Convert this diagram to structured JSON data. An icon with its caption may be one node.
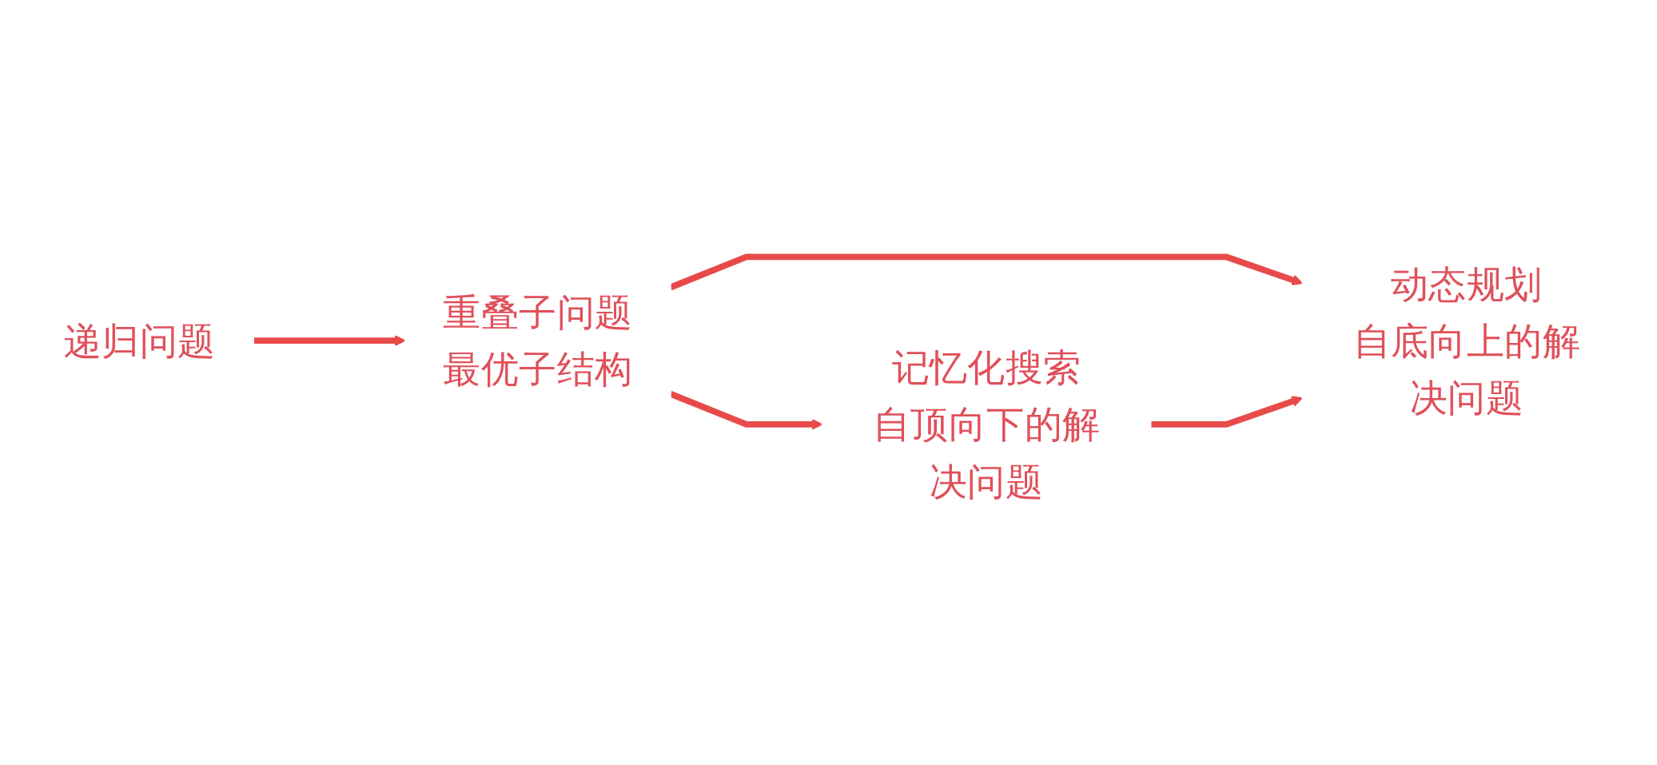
{
  "diagram": {
    "nodes": [
      {
        "text": [
          "递归问题"
        ]
      },
      {
        "text": [
          "重叠子问题",
          "最优子结构"
        ]
      },
      {
        "text": [
          "记忆化搜索",
          "自顶向下的解决问题"
        ]
      },
      {
        "text": [
          "动态规划",
          "自底向上的解决问题"
        ]
      }
    ],
    "edges": [
      {
        "from": 0,
        "to": 1,
        "arrow": "to"
      },
      {
        "from": 1,
        "to": 2,
        "arrow": "to"
      },
      {
        "from": 1,
        "to": 3,
        "arrow": "to"
      },
      {
        "from": 2,
        "to": 3,
        "arrow": "to"
      }
    ]
  }
}
